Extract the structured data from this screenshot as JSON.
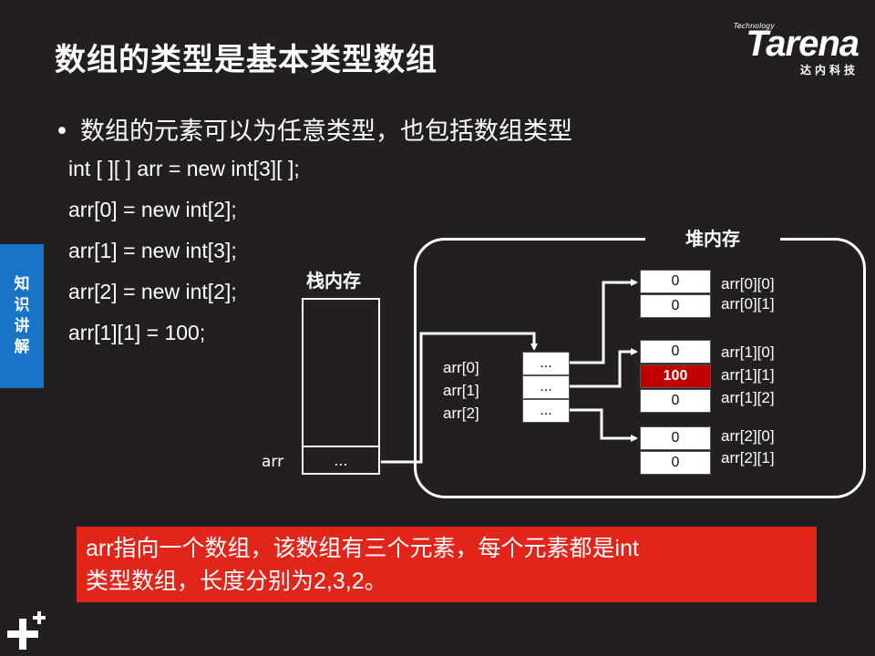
{
  "title": "数组的类型是基本类型数组",
  "logo": {
    "small": "Technology",
    "main": "Tarena",
    "sub": "达内科技"
  },
  "bullet": {
    "dot": "•",
    "text": "数组的元素可以为任意类型，也包括数组类型"
  },
  "code": [
    "int [ ][ ] arr = new int[3][ ];",
    "arr[0] = new int[2];",
    "arr[1] = new int[3];",
    "arr[2] = new int[2];",
    "arr[1][1] = 100;"
  ],
  "side_tab": [
    "知",
    "识",
    "讲",
    "解"
  ],
  "diagram": {
    "stack_label": "栈内存",
    "heap_label": "堆内存",
    "arr_label": "arr",
    "arr_cell": "...",
    "middle_labels": [
      "arr[0]",
      "arr[1]",
      "arr[2]"
    ],
    "middle_cells": [
      "...",
      "...",
      "..."
    ],
    "row0": {
      "cells": [
        "0",
        "0"
      ],
      "labels": [
        "arr[0][0]",
        "arr[0][1]"
      ]
    },
    "row1": {
      "cells": [
        "0",
        "100",
        "0"
      ],
      "labels": [
        "arr[1][0]",
        "arr[1][1]",
        "arr[1][2]"
      ]
    },
    "row2": {
      "cells": [
        "0",
        "0"
      ],
      "labels": [
        "arr[2][0]",
        "arr[2][1]"
      ]
    },
    "highlight_color": "#c00000"
  },
  "note": {
    "line1": "arr指向一个数组，该数组有三个元素，每个元素都是int",
    "line2": "类型数组，长度分别为2,3,2。"
  },
  "colors": {
    "background": "#231f20",
    "note_bg": "#e1251b",
    "tab_bg": "#1774c6"
  }
}
